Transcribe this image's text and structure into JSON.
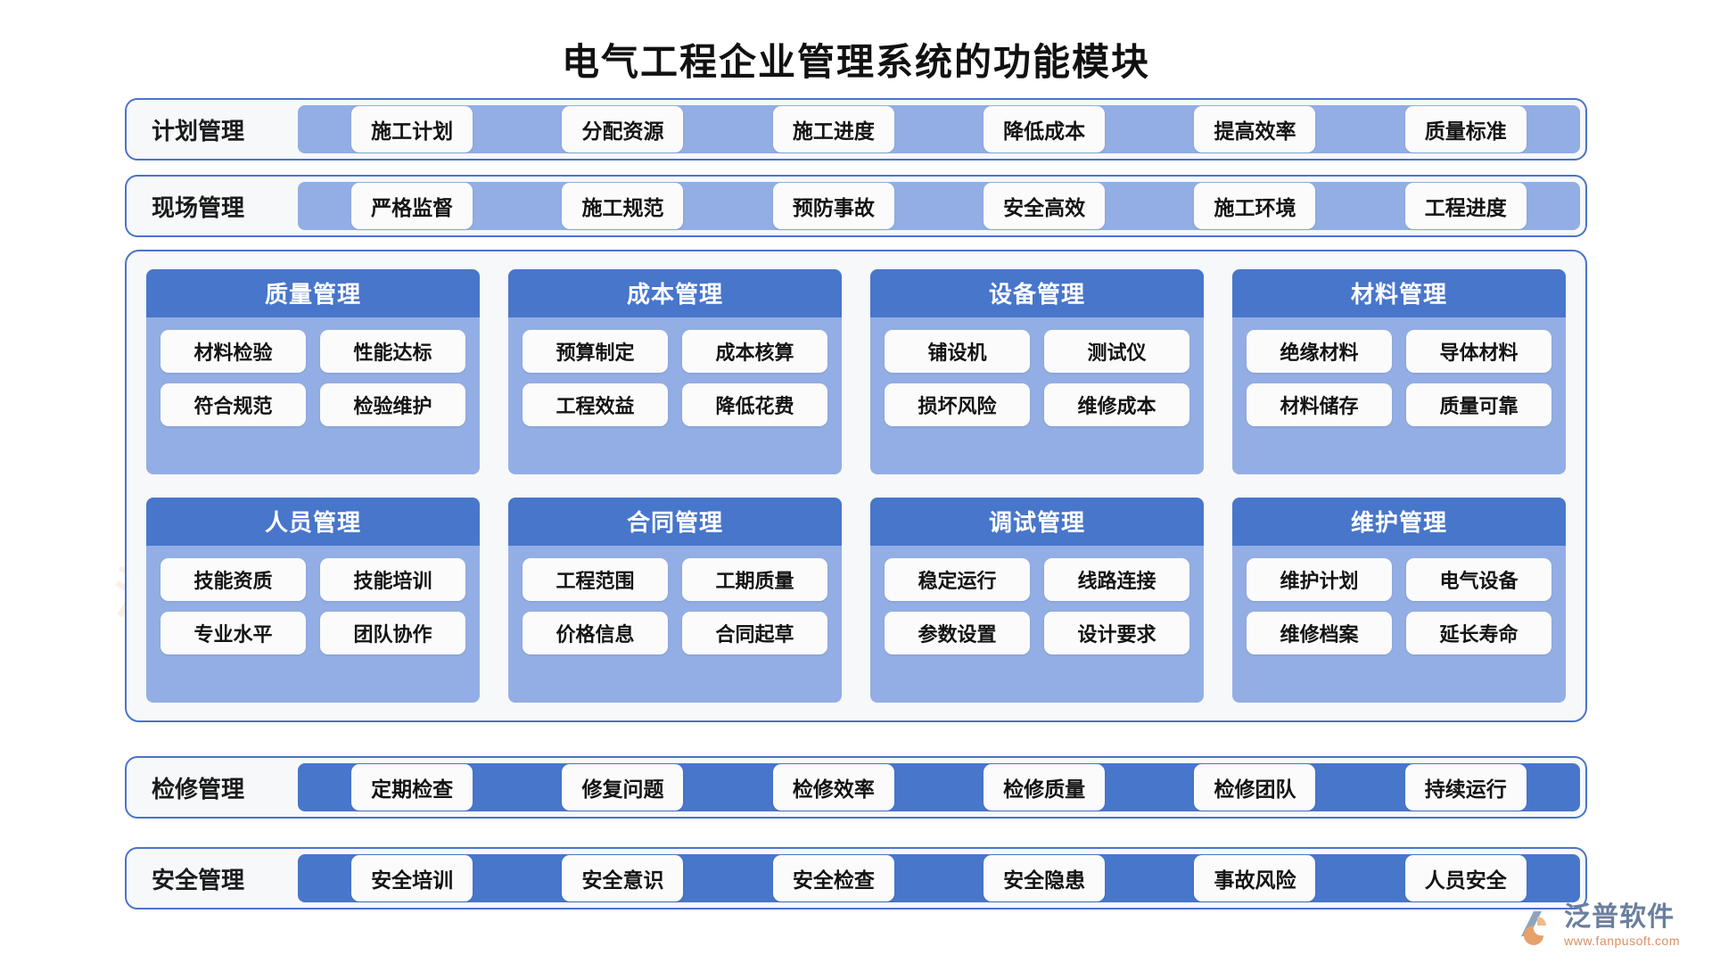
{
  "page_title": "电气工程企业管理系统的功能模块",
  "colors": {
    "border_blue": "#4a74c9",
    "header_blue": "#4876ca",
    "body_blue": "#93aee4",
    "panel_bg": "#f7f8fa",
    "chip_bg": "#fbfbfc"
  },
  "bands": {
    "plan": {
      "label": "计划管理",
      "strip_tone": "light",
      "items": [
        "施工计划",
        "分配资源",
        "施工进度",
        "降低成本",
        "提高效率",
        "质量标准"
      ]
    },
    "site": {
      "label": "现场管理",
      "strip_tone": "light",
      "items": [
        "严格监督",
        "施工规范",
        "预防事故",
        "安全高效",
        "施工环境",
        "工程进度"
      ]
    },
    "overhaul": {
      "label": "检修管理",
      "strip_tone": "dark",
      "items": [
        "定期检查",
        "修复问题",
        "检修效率",
        "检修质量",
        "检修团队",
        "持续运行"
      ]
    },
    "safety": {
      "label": "安全管理",
      "strip_tone": "dark",
      "items": [
        "安全培训",
        "安全意识",
        "安全检查",
        "安全隐患",
        "事故风险",
        "人员安全"
      ]
    }
  },
  "cards": [
    {
      "title": "质量管理",
      "items": [
        "材料检验",
        "性能达标",
        "符合规范",
        "检验维护"
      ]
    },
    {
      "title": "成本管理",
      "items": [
        "预算制定",
        "成本核算",
        "工程效益",
        "降低花费"
      ]
    },
    {
      "title": "设备管理",
      "items": [
        "铺设机",
        "测试仪",
        "损坏风险",
        "维修成本"
      ]
    },
    {
      "title": "材料管理",
      "items": [
        "绝缘材料",
        "导体材料",
        "材料储存",
        "质量可靠"
      ]
    },
    {
      "title": "人员管理",
      "items": [
        "技能资质",
        "技能培训",
        "专业水平",
        "团队协作"
      ]
    },
    {
      "title": "合同管理",
      "items": [
        "工程范围",
        "工期质量",
        "价格信息",
        "合同起草"
      ]
    },
    {
      "title": "调试管理",
      "items": [
        "稳定运行",
        "线路连接",
        "参数设置",
        "设计要求"
      ]
    },
    {
      "title": "维护管理",
      "items": [
        "维护计划",
        "电气设备",
        "维修档案",
        "延长寿命"
      ]
    }
  ],
  "watermark": {
    "mark": "泛"
  },
  "footer": {
    "brand": "泛普软件",
    "url": "www.fanpusoft.com"
  }
}
